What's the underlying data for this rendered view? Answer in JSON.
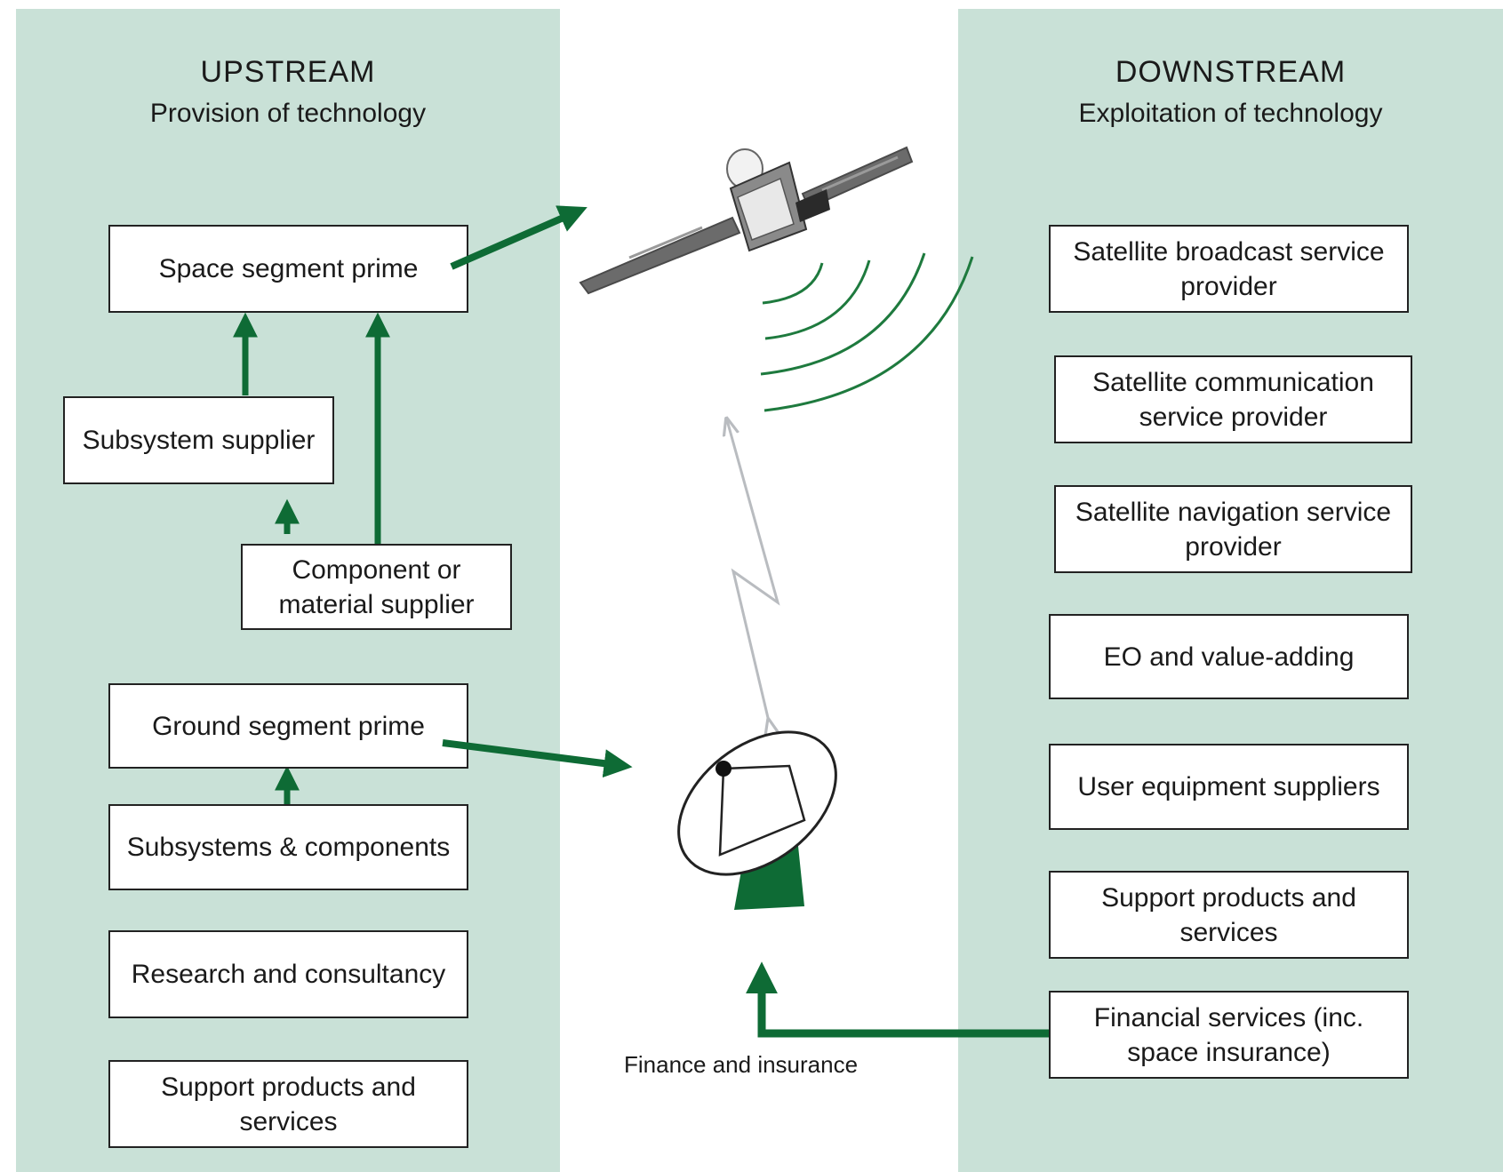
{
  "upstream": {
    "title": "UPSTREAM",
    "subtitle": "Provision of technology",
    "boxes": {
      "space_segment_prime": "Space segment prime",
      "subsystem_supplier": "Subsystem supplier",
      "component_supplier": "Component or material supplier",
      "ground_segment_prime": "Ground segment prime",
      "subsystems_components": "Subsystems & components",
      "research": "Research and consultancy",
      "support": "Support products and services"
    }
  },
  "downstream": {
    "title": "DOWNSTREAM",
    "subtitle": "Exploitation of technology",
    "boxes": {
      "broadcast": "Satellite broadcast service provider",
      "communication": "Satellite communication service provider",
      "navigation": "Satellite navigation service provider",
      "eo": "EO and value-adding",
      "user_equipment": "User equipment suppliers",
      "support": "Support products and services",
      "financial": "Financial services (inc. space insurance)"
    }
  },
  "center": {
    "finance_label": "Finance and insurance",
    "satellite_icon": "satellite-icon",
    "ground_station_icon": "ground-station-dish-icon"
  },
  "colors": {
    "panel": "#c9e1d7",
    "arrow_green": "#0e6b35",
    "signal_green": "#1e7a3e",
    "link_grey": "#b9bcc0"
  }
}
